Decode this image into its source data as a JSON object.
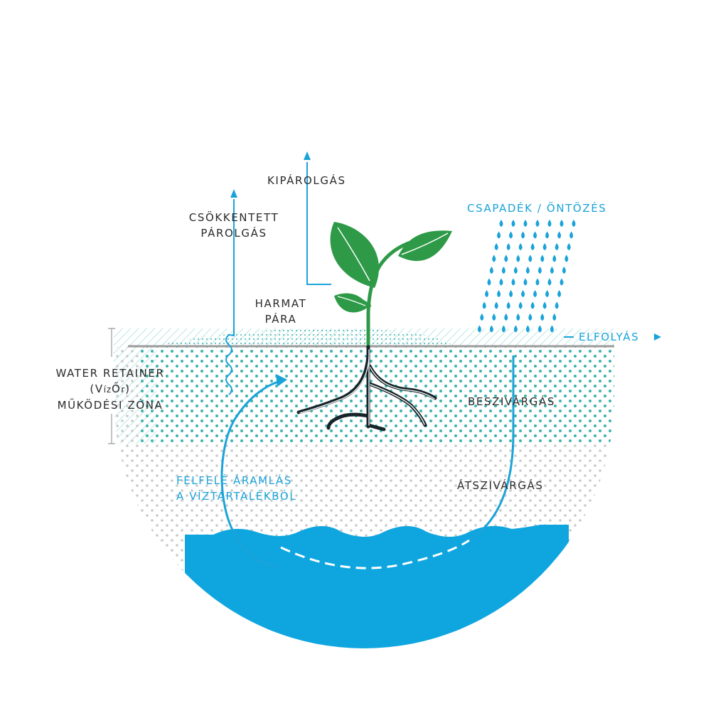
{
  "colors": {
    "blue": "#1aa3d9",
    "teal": "#3fb3ad",
    "dot_gray": "#c9c9c9",
    "leaf_green": "#2e9a47",
    "root_dark": "#17252a",
    "ground_line": "#9b9b9b",
    "text_dark": "#2b2b2b"
  },
  "labels": {
    "kiparolgas": "KIPÁROLGÁS",
    "csokkentett_1": "CSÖKKENTETT",
    "csokkentett_2": "PÁROLGÁS",
    "csapadek": "CSAPADÉK / ÖNTÖZÉS",
    "harmat_1": "HARMAT",
    "harmat_2": "PÁRA",
    "elfolyas": "ELFOLYÁS",
    "zone_1": "WATER RETAINER",
    "zone_2_open": "(",
    "zone_2_name_a": "V",
    "zone_2_name_b": "íz",
    "zone_2_name_c": "Ő",
    "zone_2_name_d": "r",
    "zone_2_close": ")",
    "zone_3": "MŰKÖDÉSI ZÓNA",
    "beszivargas": "BESZIVÁRGÁS",
    "atszivargas": "ÁTSZIVÁRGÁS",
    "felfele_1": "FELFELÉ ÁRAMLÁS",
    "felfele_2": "A VÍZTARTALÉKBÓL"
  }
}
